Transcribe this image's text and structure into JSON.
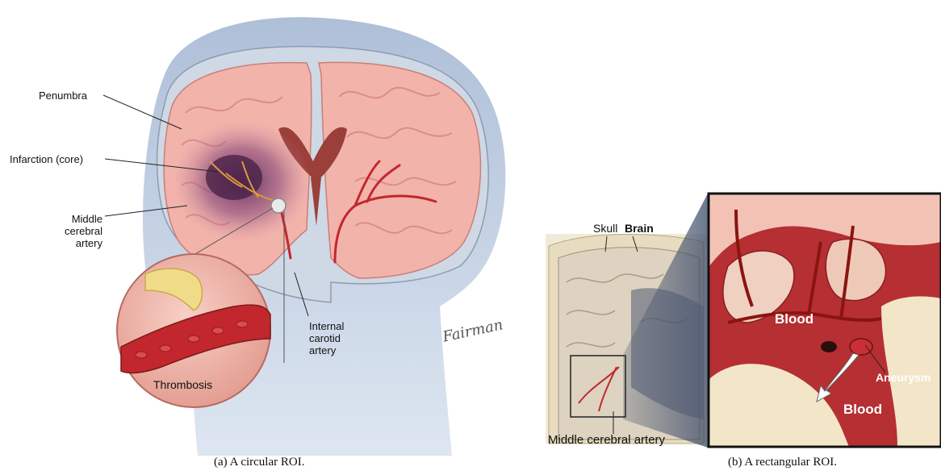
{
  "figure_a": {
    "labels": {
      "penumbra": "Penumbra",
      "infarction": "Infarction (core)",
      "mca_line1": "Middle",
      "mca_line2": "cerebral",
      "mca_line3": "artery",
      "ica_line1": "Internal",
      "ica_line2": "carotid",
      "ica_line3": "artery",
      "thrombosis": "Thrombosis"
    },
    "signature": "Fairman",
    "caption": "(a)  A circular ROI."
  },
  "figure_b": {
    "labels": {
      "skull": "Skull",
      "brain": "Brain",
      "mca": "Middle cerebral artery",
      "blood_top": "Blood",
      "blood_bottom": "Blood",
      "aneurysm": "Aneurysm"
    },
    "caption": "(b)  A rectangular ROI."
  },
  "colors": {
    "head_blue": "#b6c6dc",
    "brain_pink": "#f2b3ab",
    "artery_red": "#c2272d",
    "core_purple": "#6e3a6a",
    "bone_cream": "#f3e6c8"
  }
}
